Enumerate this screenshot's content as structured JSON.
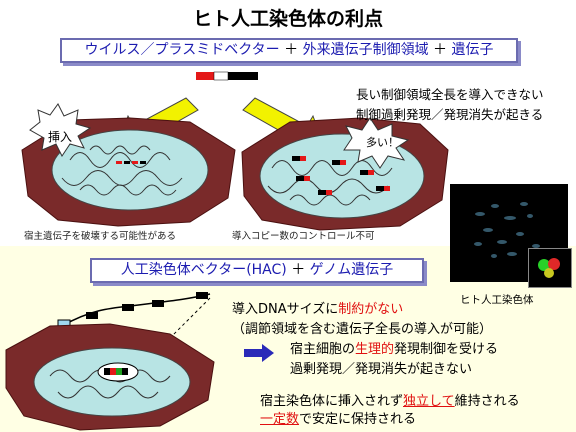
{
  "title": "ヒト人工染色体の利点",
  "top": {
    "formula": [
      "ウイルス／プラスミドベクター",
      "＋",
      "外来遺伝子制御領域",
      "＋",
      "遺伝子"
    ],
    "note_lines": [
      "長い制御領域全長を導入できない",
      "制御過剰発現／発現消失が起きる"
    ],
    "burst_left": "挿入",
    "burst_right": "多い！",
    "caption_left": "宿主遺伝子を破壊する可能性がある",
    "caption_right": "導入コピー数のコントロール不可"
  },
  "bottom": {
    "formula": [
      "人工染色体ベクター(HAC)",
      "＋",
      "ゲノム遺伝子"
    ],
    "line1_a": "導入DNAサイズに",
    "line1_b": "制約がない",
    "line2": "（調節領域を含む遺伝子全長の導入が可能）",
    "line3_a": "宿主細胞の",
    "line3_b": "生理的",
    "line3_c": "発現制御を受ける",
    "line4": "過剰発現／発現消失が起きない",
    "line5_a": "宿主染色体に挿入されず",
    "line5_b": "独立して",
    "line5_c": "維持される",
    "line6_a": "一定数",
    "line6_b": "で安定に保持される"
  },
  "photo_caption": "ヒト人工染色体",
  "colors": {
    "accent_red": "#e01010",
    "arrow_yellow": "#f2f200",
    "cell": "#7a2a2a",
    "nucleus": "#b8e4e4",
    "box_border": "#6b6bb0"
  }
}
